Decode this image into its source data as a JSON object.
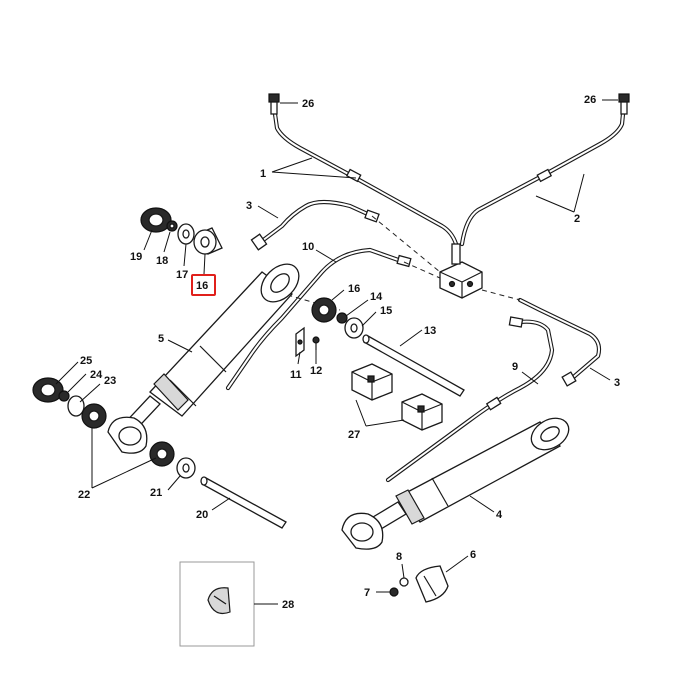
{
  "callouts": {
    "c1": "1",
    "c2": "2",
    "c3a": "3",
    "c3b": "3",
    "c4": "4",
    "c5": "5",
    "c6": "6",
    "c7": "7",
    "c8": "8",
    "c9": "9",
    "c10": "10",
    "c11": "11",
    "c12": "12",
    "c13": "13",
    "c14": "14",
    "c15": "15",
    "c16a": "16",
    "c16b": "16",
    "c17": "17",
    "c18": "18",
    "c19": "19",
    "c20": "20",
    "c21": "21",
    "c22": "22",
    "c23": "23",
    "c24": "24",
    "c25": "25",
    "c26a": "26",
    "c26b": "26",
    "c27": "27",
    "c28": "28"
  },
  "highlight": {
    "part": "16",
    "color": "#e0201b"
  }
}
